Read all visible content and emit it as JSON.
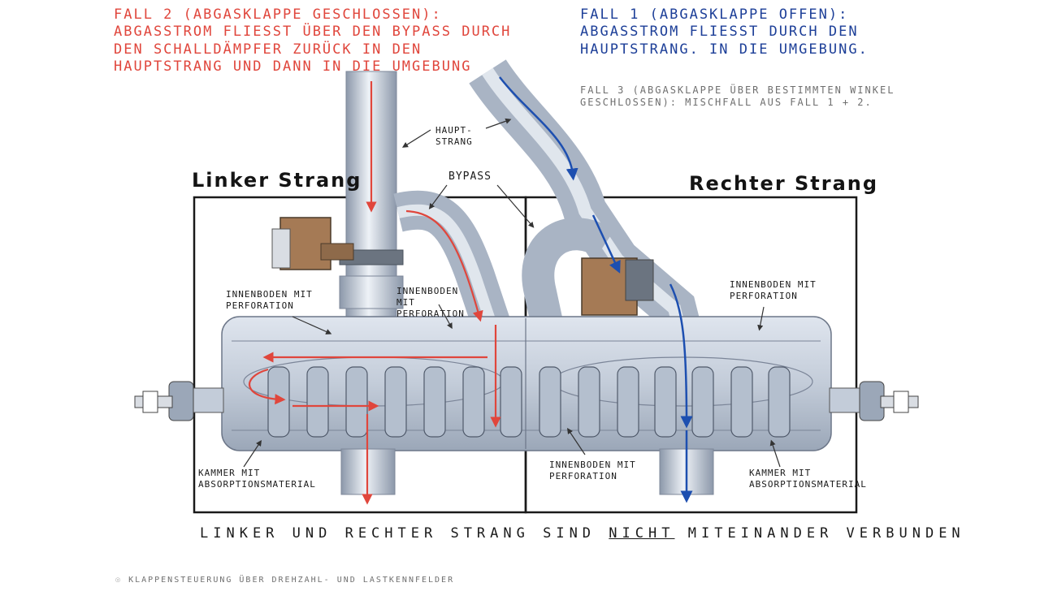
{
  "notes": {
    "case2": "Fall 2 (Abgasklappe geschlossen): Abgasstrom fließt über den Bypass durch den Schalldämpfer zurück in den Hauptstrang und dann in die Umgebung",
    "case1": "Fall 1 (Abgasklappe offen): Abgasstrom fließt durch den Hauptstrang. In die Umgebung.",
    "case3": "Fall 3 (Abgasklappe über bestimmten Winkel geschlossen): Mischfall aus Fall 1 + 2."
  },
  "strands": {
    "left": "Linker Strang",
    "right": "Rechter Strang"
  },
  "labels": {
    "hauptstrang": "Haupt- strang",
    "bypass": "Bypass",
    "innenboden_left_1": "Innenboden mit Perforation",
    "innenboden_left_2": "Innenboden mit Perforation",
    "innenboden_right": "Innenboden mit Perforation",
    "innenboden_center": "Innenboden mit Perforation",
    "kammer_left": "Kammer mit Absorptionsmaterial",
    "kammer_right": "Kammer mit Absorptionsmaterial"
  },
  "bottom": {
    "part1": "Linker und rechter Strang sind",
    "emphasis": "nicht",
    "part2": "miteinander verbunden"
  },
  "footnote": "Klappensteuerung über Drehzahl- und Lastkennfelder",
  "colors": {
    "case2_red": "#e0463c",
    "case1_blue": "#1d3f98",
    "pipe": "#c9d3e0",
    "pipe_dark": "#8a97aa",
    "flap": "#a57a55"
  }
}
